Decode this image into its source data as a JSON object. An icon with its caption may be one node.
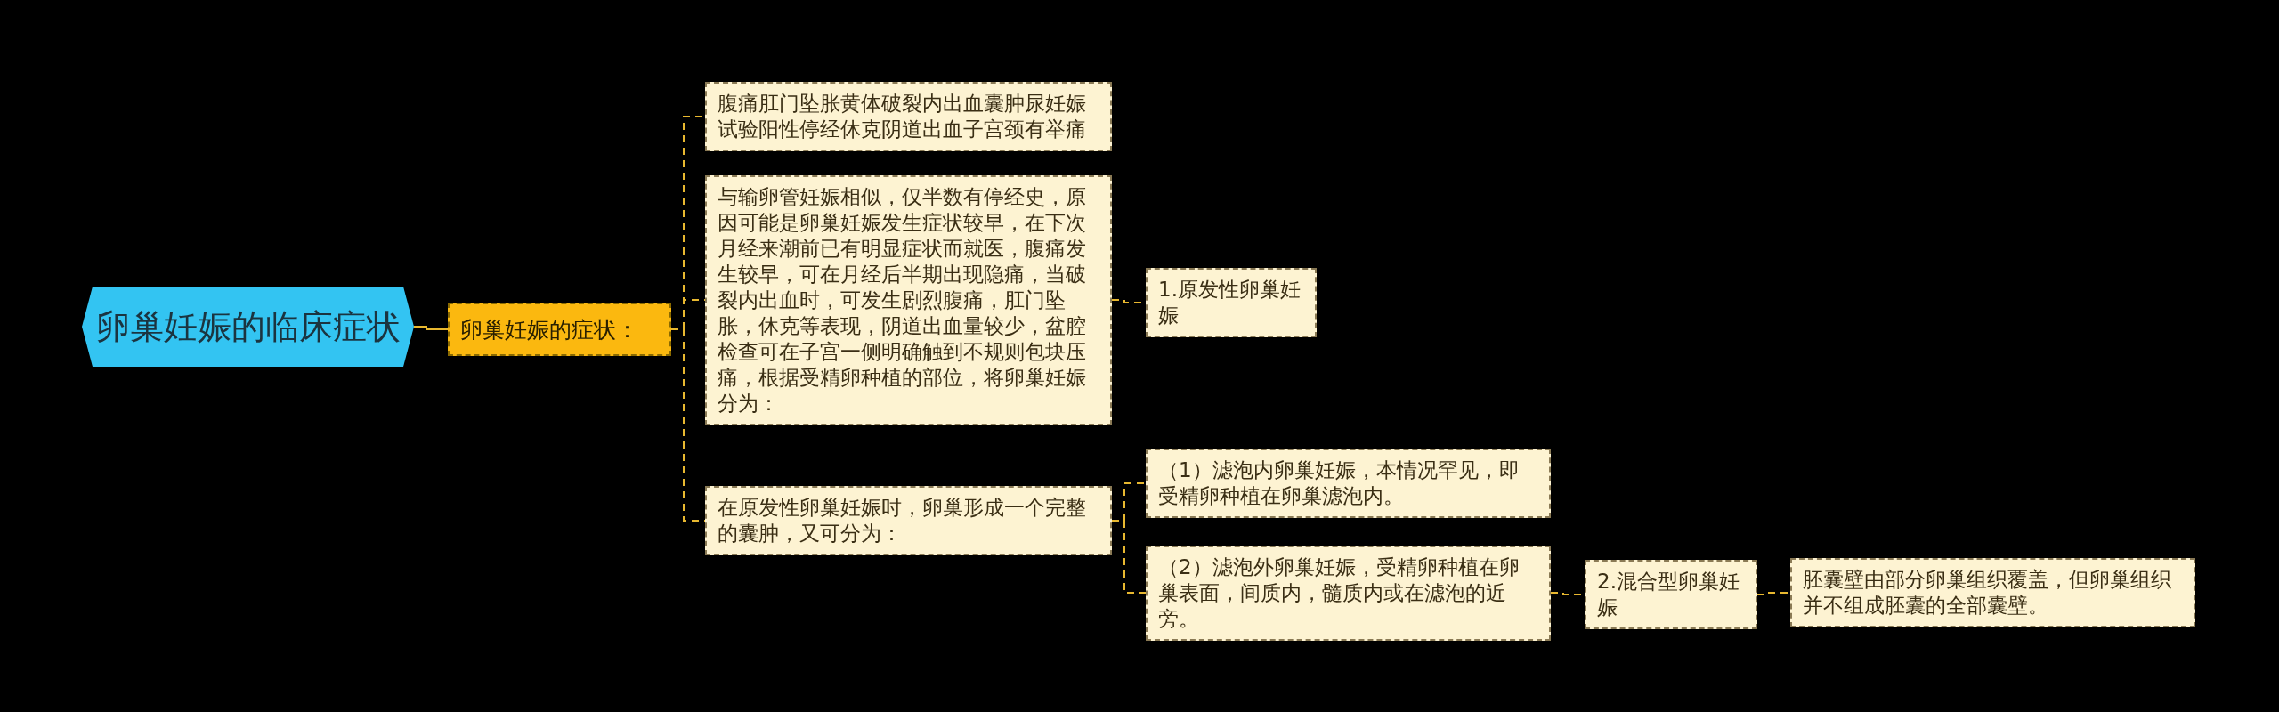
{
  "diagram": {
    "nodes": [
      {
        "text": [
          "卵巢妊娠的临床症状"
        ]
      },
      {
        "text": [
          "卵巢妊娠的症状："
        ]
      },
      {
        "text": [
          "腹痛肛门坠胀黄体破裂内出血囊肿尿妊娠试验阳性停经休克阴道出血子宫颈有举痛"
        ]
      },
      {
        "text": [
          "与输卵管妊娠相似，仅半数有停经史，原因可能是卵巢妊娠发生症状较早，在下次月经来潮前已有明显症状而就医，腹痛发生较早，可在月经后半期出现隐痛，当破裂内出血时，可发生剧烈腹痛，肛门坠胀，休克等表现，阴道出血量较少，盆腔检查可在子宫一侧明确触到不规则包块压痛，根据受精卵种植的部位，将卵巢妊娠分为："
        ]
      },
      {
        "text": [
          "1.原发性卵巢妊娠"
        ]
      },
      {
        "text": [
          "在原发性卵巢妊娠时，卵巢形成一个完整的囊肿，又可分为："
        ]
      },
      {
        "text": [
          "（1）滤泡内卵巢妊娠，本情况罕见，即受精卵种植在卵巢滤泡内。"
        ]
      },
      {
        "text": [
          "（2）滤泡外卵巢妊娠，受精卵种植在卵巢表面，间质内，髓质内或在滤泡的近旁。"
        ]
      },
      {
        "text": [
          "2.混合型卵巢妊娠"
        ]
      },
      {
        "text": [
          "胚囊壁由部分卵巢组织覆盖，但卵巢组织并不组成胚囊的全部囊壁。"
        ]
      }
    ],
    "edges": [
      {
        "from": 0,
        "to": 1,
        "arrow": "none"
      },
      {
        "from": 1,
        "to": 2,
        "arrow": "none",
        "style": "dashed"
      },
      {
        "from": 1,
        "to": 3,
        "arrow": "none",
        "style": "dashed"
      },
      {
        "from": 1,
        "to": 5,
        "arrow": "none",
        "style": "dashed"
      },
      {
        "from": 3,
        "to": 4,
        "arrow": "none",
        "style": "dashed"
      },
      {
        "from": 5,
        "to": 6,
        "arrow": "none",
        "style": "dashed"
      },
      {
        "from": 5,
        "to": 7,
        "arrow": "none",
        "style": "dashed"
      },
      {
        "from": 7,
        "to": 8,
        "arrow": "none",
        "style": "dashed"
      },
      {
        "from": 8,
        "to": 9,
        "arrow": "none",
        "style": "dashed"
      }
    ]
  }
}
